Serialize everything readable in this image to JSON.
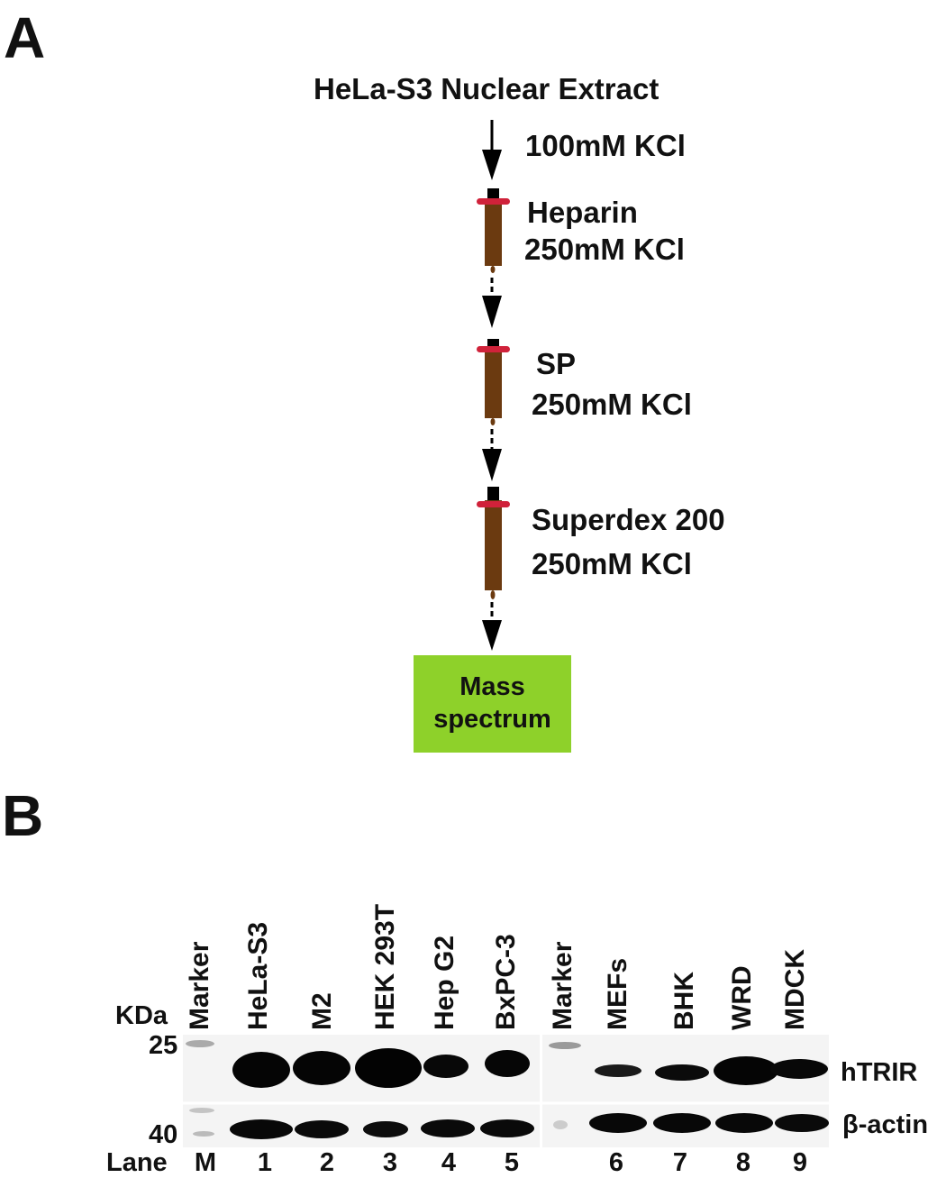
{
  "panel_a": {
    "letter": "A",
    "source": "HeLa-S3 Nuclear Extract",
    "load_condition": "100mM KCl",
    "columns": [
      {
        "name": "Heparin",
        "condition": "250mM KCl"
      },
      {
        "name": "SP",
        "condition": "250mM KCl"
      },
      {
        "name": "Superdex 200",
        "condition": "250mM KCl"
      }
    ],
    "output": {
      "line1": "Mass",
      "line2": "spectrum",
      "color": "#8ed12a"
    },
    "column_color": "#6b3a10",
    "column_ring_color": "#d0223a"
  },
  "panel_b": {
    "letter": "B",
    "kda_label": "KDa",
    "mw_markers": [
      "25",
      "40"
    ],
    "lane_header": "Lane",
    "lanes_left": [
      {
        "sample": "Marker",
        "lane": "M"
      },
      {
        "sample": "HeLa-S3",
        "lane": "1"
      },
      {
        "sample": "M2",
        "lane": "2"
      },
      {
        "sample": "HEK 293T",
        "lane": "3"
      },
      {
        "sample": "Hep G2",
        "lane": "4"
      },
      {
        "sample": "BxPC-3",
        "lane": "5"
      }
    ],
    "lanes_right": [
      {
        "sample": "Marker",
        "lane": ""
      },
      {
        "sample": "MEFs",
        "lane": "6"
      },
      {
        "sample": "BHK",
        "lane": "7"
      },
      {
        "sample": "WRD",
        "lane": "8"
      },
      {
        "sample": "MDCK",
        "lane": "9"
      }
    ],
    "bands": [
      "hTRIR",
      "β-actin"
    ]
  }
}
